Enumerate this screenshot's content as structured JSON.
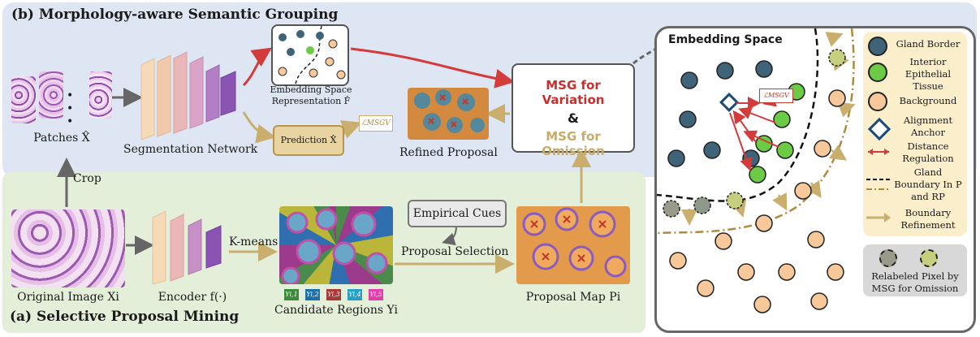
{
  "panel_b": {
    "title": "(b) Morphology-aware Semantic Grouping"
  },
  "panel_a": {
    "title": "(a) Selective Proposal Mining"
  },
  "labels": {
    "patches": "Patches X̂",
    "segnet": "Segmentation Network",
    "embedding_space_line1": "Embedding Space",
    "embedding_space_line2": "Representation F̂",
    "prediction": "Prediction X̂",
    "loss": "ℒMSGV",
    "refined": "Refined Proposal",
    "crop": "Crop",
    "original": "Original Image Xi",
    "encoder": "Encoder f(·)",
    "kmeans": "K-means",
    "candidates": "Candidate Regions Yi",
    "empirical": "Empirical Cues",
    "proposal_selection": "Proposal Selection",
    "proposal_map": "Proposal Map Pi",
    "dots": "• • •"
  },
  "candidate_tags": [
    "Yi,1",
    "Yi,2",
    "Yi,3",
    "Yi,4",
    "Yi,5"
  ],
  "msg_box": {
    "variation": "MSG for Variation",
    "amp": "&",
    "omission": "MSG for Omission"
  },
  "embedding_panel": {
    "title": "Embedding Space",
    "loss": "ℒMSGV",
    "legend": [
      {
        "icon": "gland-border-dot",
        "text": "Gland Border"
      },
      {
        "icon": "interior-dot",
        "text": "Interior Epithelial Tissue"
      },
      {
        "icon": "background-dot",
        "text": "Background"
      },
      {
        "icon": "anchor-diamond",
        "text": "Alignment Anchor"
      },
      {
        "icon": "distance-arrow",
        "text": "Distance Regulation"
      },
      {
        "icon": "boundary-lines",
        "text": "Gland Boundary In P and RP"
      },
      {
        "icon": "refine-arrow",
        "text": "Boundary Refinement"
      }
    ],
    "relabeled": "Relabeled Pixel by MSG for Omission"
  },
  "colors": {
    "border_dot": "#3f6479",
    "interior_dot": "#6ccb45",
    "background_dot": "#f7c89a",
    "red": "#d43b3b",
    "gold": "#c9ae6e",
    "msg_variation": "#cc2e2e",
    "msg_omission": "#c8ab68"
  }
}
